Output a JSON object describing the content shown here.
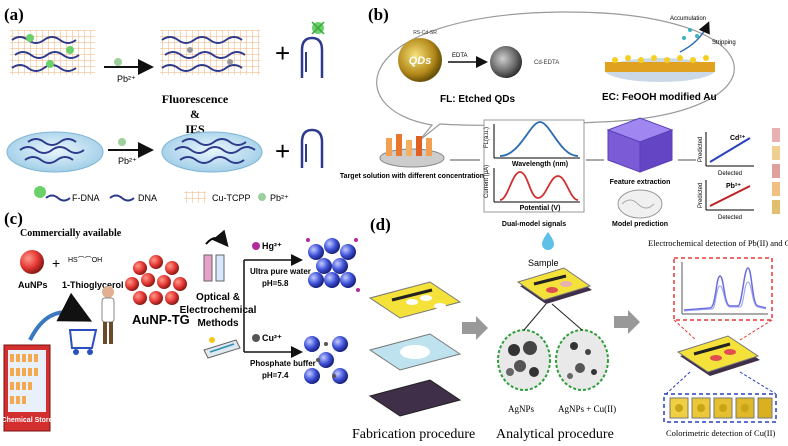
{
  "panel_a": {
    "label": "(a)",
    "pb_arrow_1": "Pb²⁺",
    "pb_arrow_2": "Pb²⁺",
    "center_text_1": "Fluorescence",
    "center_text_2": "&",
    "center_text_3": "IES",
    "plus": "+",
    "legend": {
      "fdna": "F-DNA",
      "dna": "DNA",
      "cu_tcpp": "Cu-TCPP",
      "pb": "Pb²⁺"
    }
  },
  "panel_b": {
    "label": "(b)",
    "qd_label": "QDs",
    "edta": "EDTA",
    "cd_edta": "Cd-EDTA",
    "rs_cd": "RS-Cd-SR",
    "fl_caption": "FL: Etched QDs",
    "ec_caption": "EC: FeOOH modified Au",
    "accumulation": "Accumulation",
    "stripping": "Stripping",
    "target_solution": "Target solution with different concentration",
    "fl_axis": "FL(a.u.)",
    "wavelength": "Wavelength (nm)",
    "current": "Current (μA)",
    "potential": "Potential (V)",
    "dual_signals": "Dual-model signals",
    "feature_extraction": "Feature extraction",
    "model_prediction": "Model prediction",
    "predicted": "Predicted",
    "detected": "Detected",
    "cd": "Cd²⁺",
    "pb": "Pb²⁺"
  },
  "panel_c": {
    "label": "(c)",
    "commercially": "Commercially available",
    "aunps": "AuNPs",
    "thioglycerol": "1-Thioglycerol",
    "aunp_tg": "AuNP-TG",
    "optical": "Optical &",
    "electrochemical": "Electrochemical",
    "methods": "Methods",
    "hg": "Hg²⁺",
    "ultra_pure": "Ultra pure water",
    "ph_58": "pH=5.8",
    "cu": "Cu²⁺",
    "phosphate": "Phosphate buffer",
    "ph_74": "pH=7.4",
    "chemical_store": "Chemical Store"
  },
  "panel_d": {
    "label": "(d)",
    "sample": "Sample",
    "agnps": "AgNPs",
    "agnps_cu": "AgNPs + Cu(II)",
    "fabrication": "Fabrication procedure",
    "analytical": "Analytical procedure",
    "electro_title": "Electrochemical detection of Pb(II) and Cd(II)",
    "colorimetric": "Colorimetric detection of Cu(II)"
  },
  "colors": {
    "cu_tcpp": "#f2b27a",
    "dna": "#2e3a8c",
    "gold": "#d4a017",
    "au_red": "#e53935",
    "au_blue": "#3f51d8",
    "feature_cube": "#7b5bd6",
    "sheet_yellow": "#f4e23a",
    "green_dashed": "#2e9e3a",
    "red_box": "#e53935",
    "blue_box": "#2a3fbf"
  }
}
